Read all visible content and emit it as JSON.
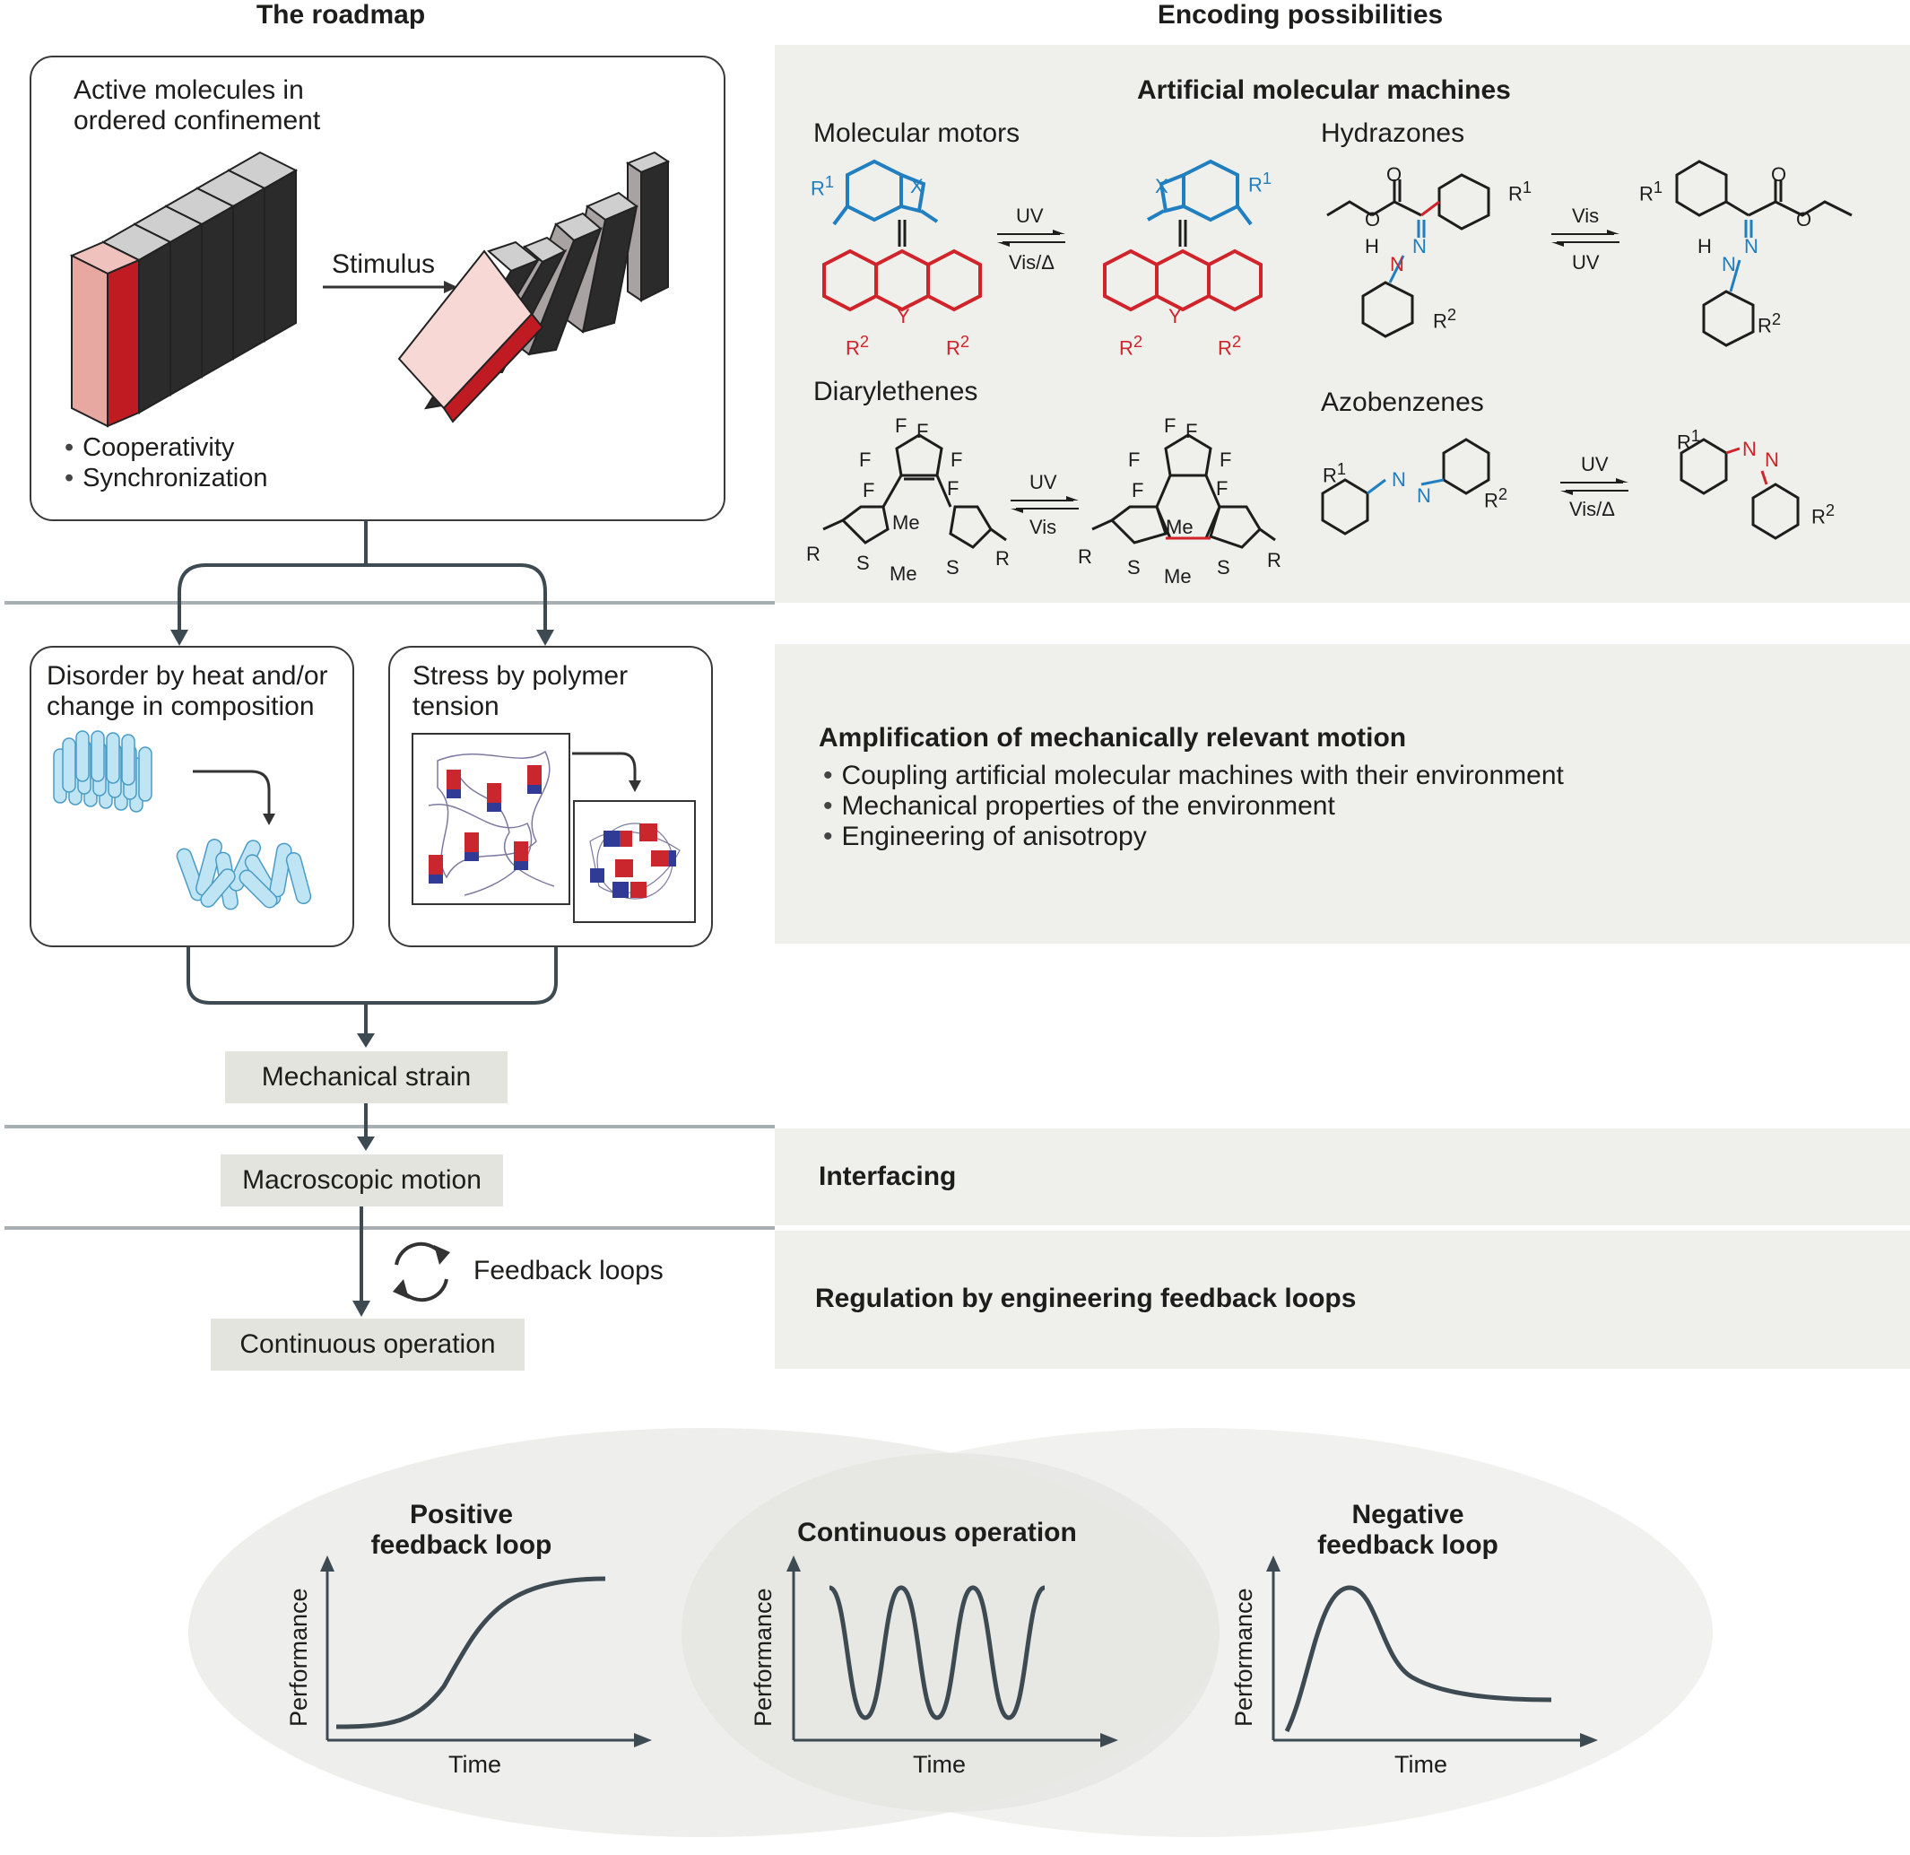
{
  "headers": {
    "left": "The roadmap",
    "right": "Encoding possibilities"
  },
  "roadmap": {
    "top_box": {
      "title": "Active molecules in\nordered confinement",
      "stimulus": "Stimulus",
      "bullets": [
        "Cooperativity",
        "Synchronization"
      ]
    },
    "disorder_box": {
      "title": "Disorder by heat and/or\nchange in composition"
    },
    "stress_box": {
      "title": "Stress by polymer\ntension"
    },
    "mechanical_strain": "Mechanical strain",
    "macroscopic_motion": "Macroscopic motion",
    "feedback_loops": "Feedback loops",
    "continuous_operation": "Continuous operation"
  },
  "encoding": {
    "machines_title": "Artificial molecular machines",
    "motors": {
      "title": "Molecular motors",
      "arrow_top": "UV",
      "arrow_bottom": "Vis/Δ"
    },
    "hydrazones": {
      "title": "Hydrazones",
      "arrow_top": "Vis",
      "arrow_bottom": "UV"
    },
    "diarylethenes": {
      "title": "Diarylethenes",
      "arrow_top": "UV",
      "arrow_bottom": "Vis"
    },
    "azobenzenes": {
      "title": "Azobenzenes",
      "arrow_top": "UV",
      "arrow_bottom": "Vis/Δ"
    },
    "amplification": {
      "title": "Amplification of mechanically relevant motion",
      "bullets": [
        "Coupling artificial molecular machines with their environment",
        "Mechanical properties of the environment",
        "Engineering of anisotropy"
      ]
    },
    "interfacing": "Interfacing",
    "regulation": "Regulation by engineering feedback loops"
  },
  "chemistry_labels": {
    "R1": "R1",
    "R2": "R2",
    "X": "X",
    "Y": "Y",
    "R": "R",
    "S": "S",
    "Me": "Me",
    "F": "F",
    "O": "O",
    "N": "N",
    "H": "H"
  },
  "colors": {
    "panel": "#efefec",
    "tag": "#e4e4df",
    "blue": "#1f7fc0",
    "red": "#d0232a"
  },
  "chart_data": [
    {
      "type": "line",
      "title": "Positive\nfeedback loop",
      "xlabel": "Time",
      "ylabel": "Performance",
      "shape": "sigmoidal rise"
    },
    {
      "type": "line",
      "title": "Continuous operation",
      "xlabel": "Time",
      "ylabel": "Performance",
      "shape": "sustained oscillation"
    },
    {
      "type": "line",
      "title": "Negative\nfeedback loop",
      "xlabel": "Time",
      "ylabel": "Performance",
      "shape": "peak then decay to plateau"
    }
  ]
}
